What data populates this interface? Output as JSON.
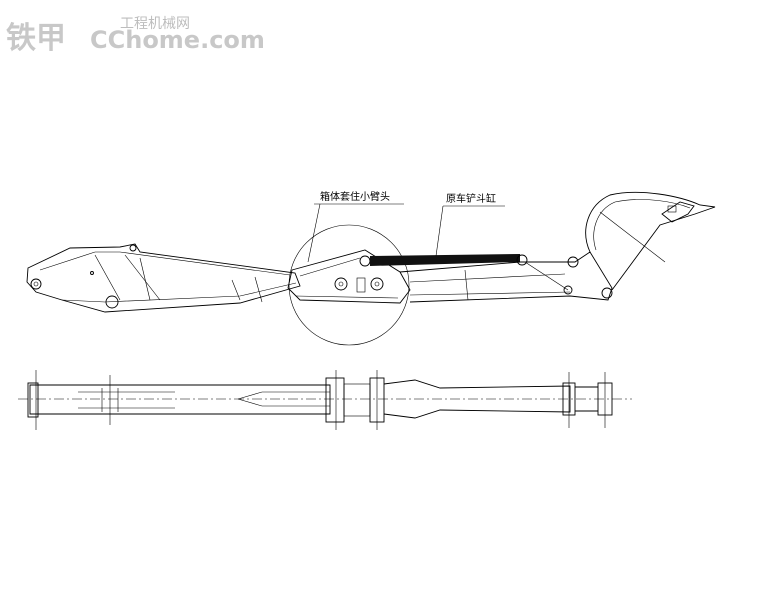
{
  "watermark": {
    "brand_cn": "铁甲",
    "brand_en": "CChome.com",
    "tagline": "工程机械网"
  },
  "callouts": {
    "sleeve_label": "箱体套住小臂头",
    "cylinder_label": "原车铲斗缸"
  },
  "colors": {
    "line": "#000000",
    "watermark": "#c8c8c8",
    "background": "#ffffff"
  }
}
